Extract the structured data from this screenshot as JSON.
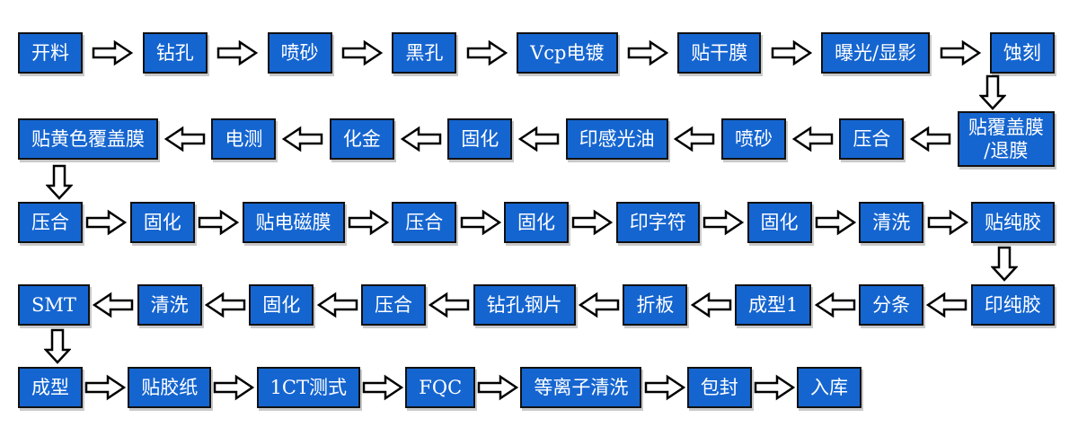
{
  "colors": {
    "canvas_bg": "#ffffff",
    "box_fill": "#1565d0",
    "box_border": "#111111",
    "box_text": "#ffffff",
    "arrow_fill": "#ffffff",
    "arrow_stroke": "#000000"
  },
  "flow": {
    "rows": [
      {
        "direction": "right",
        "full_width": true,
        "boxes": [
          {
            "label": "开料"
          },
          {
            "label": "钻孔"
          },
          {
            "label": "喷砂"
          },
          {
            "label": "黑孔"
          },
          {
            "label": "Vcp电镀"
          },
          {
            "label": "贴干膜"
          },
          {
            "label": "曝光/显影"
          },
          {
            "label": "蚀刻"
          }
        ]
      },
      {
        "direction": "left",
        "full_width": true,
        "boxes": [
          {
            "label": "贴黄色覆盖膜"
          },
          {
            "label": "电测"
          },
          {
            "label": "化金"
          },
          {
            "label": "固化"
          },
          {
            "label": "印感光油"
          },
          {
            "label": "喷砂"
          },
          {
            "label": "压合"
          },
          {
            "label": "贴覆盖膜\n/退膜"
          }
        ]
      },
      {
        "direction": "right",
        "full_width": true,
        "boxes": [
          {
            "label": "压合"
          },
          {
            "label": "固化"
          },
          {
            "label": "贴电磁膜"
          },
          {
            "label": "压合"
          },
          {
            "label": "固化"
          },
          {
            "label": "印字符"
          },
          {
            "label": "固化"
          },
          {
            "label": "清洗"
          },
          {
            "label": "贴纯胶"
          }
        ]
      },
      {
        "direction": "left",
        "full_width": true,
        "boxes": [
          {
            "label": "SMT"
          },
          {
            "label": "清洗"
          },
          {
            "label": "固化"
          },
          {
            "label": "压合"
          },
          {
            "label": "钻孔钢片"
          },
          {
            "label": "折板"
          },
          {
            "label": "成型1"
          },
          {
            "label": "分条"
          },
          {
            "label": "印纯胶"
          }
        ]
      },
      {
        "direction": "right",
        "full_width": false,
        "boxes": [
          {
            "label": "成型"
          },
          {
            "label": "贴胶纸"
          },
          {
            "label": "1CT测式"
          },
          {
            "label": "FQC"
          },
          {
            "label": "等离子清洗"
          },
          {
            "label": "包封"
          },
          {
            "label": "入库"
          }
        ]
      }
    ],
    "connectors": [
      {
        "after_row": 1,
        "side": "right"
      },
      {
        "after_row": 2,
        "side": "left"
      },
      {
        "after_row": 3,
        "side": "right"
      },
      {
        "after_row": 4,
        "side": "left"
      }
    ]
  }
}
